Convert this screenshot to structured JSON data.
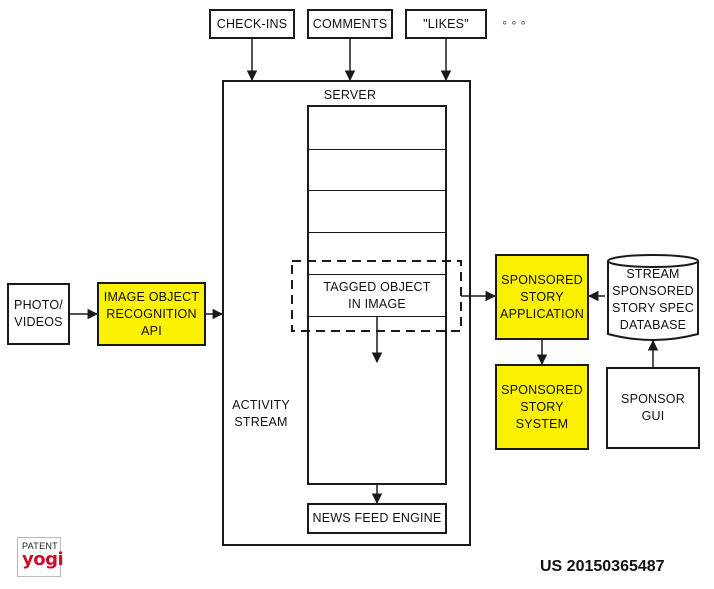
{
  "inputs": {
    "check_ins": "CHECK-INS",
    "comments": "COMMENTS",
    "likes": "\"LIKES\"",
    "ellipsis": "◦ ◦ ◦"
  },
  "server": {
    "label": "SERVER",
    "activity_stream": "ACTIVITY\nSTREAM",
    "tagged_object": "TAGGED OBJECT\nIN IMAGE",
    "news_feed_engine": "NEWS FEED ENGINE"
  },
  "left": {
    "photo_videos": "PHOTO/\nVIDEOS",
    "image_recognition": "IMAGE OBJECT\nRECOGNITION\nAPI"
  },
  "right": {
    "sponsored_story_application": "SPONSORED\nSTORY\nAPPLICATION",
    "sponsored_story_system": "SPONSORED\nSTORY\nSYSTEM",
    "spec_database": "STREAM\nSPONSORED\nSTORY SPEC\nDATABASE",
    "sponsor_gui": "SPONSOR\nGUI"
  },
  "footer": {
    "logo_top": "PATENT",
    "logo_brand": "yogi",
    "patent_number": "US 20150365487"
  },
  "colors": {
    "highlight": "#fcf100",
    "line": "#1a1a1a",
    "brand": "#c8102e"
  }
}
